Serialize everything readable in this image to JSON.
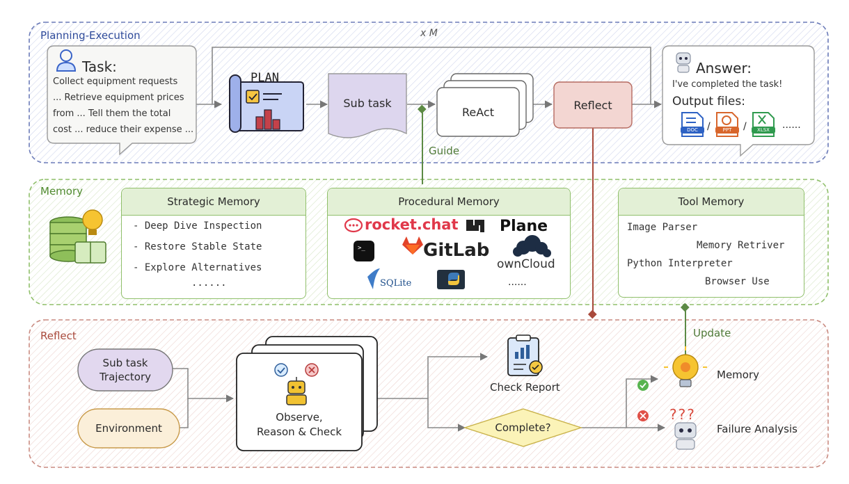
{
  "planning": {
    "section_label": "Planning-Execution",
    "loop_label": "x M",
    "task": {
      "title": "Task:",
      "lines": [
        "Collect equipment requests",
        "... Retrieve equipment prices",
        "from ... Tell them the total",
        "cost ... reduce their expense ..."
      ]
    },
    "plan_label": "PLAN",
    "subtask_label": "Sub task",
    "react_label": "ReAct",
    "reflect_label": "Reflect",
    "guide_label": "Guide",
    "answer": {
      "title": "Answer:",
      "message": "I've completed the task!",
      "files_label": "Output files:",
      "file_types": [
        "DOC",
        "PPT",
        "XLSX"
      ],
      "separator": "/",
      "ellipsis": "......"
    }
  },
  "memory": {
    "section_label": "Memory",
    "strategic": {
      "title": "Strategic Memory",
      "items": [
        "- Deep Dive Inspection",
        "- Restore Stable State",
        "- Explore Alternatives",
        "......"
      ]
    },
    "procedural": {
      "title": "Procedural Memory",
      "apps": [
        "rocket.chat",
        "Plane",
        "GitLab",
        "ownCloud",
        "SQLite"
      ],
      "ellipsis": "......"
    },
    "tool": {
      "title": "Tool Memory",
      "items": [
        "Image Parser",
        "Memory Retriver",
        "Python Interpreter",
        "Browser Use"
      ]
    }
  },
  "reflect": {
    "section_label": "Reflect",
    "update_label": "Update",
    "trajectory_label": [
      "Sub task",
      "Trajectory"
    ],
    "environment_label": "Environment",
    "observe_label": [
      "Observe,",
      "Reason & Check"
    ],
    "check_report_label": "Check Report",
    "complete_label": "Complete?",
    "memory_label": "Memory",
    "failure_label": "Failure Analysis",
    "question_marks": "???"
  },
  "colors": {
    "planning_border": "#6b7bb8",
    "memory_border": "#8fbf6a",
    "reflect_border": "#c98a80",
    "reflect_line": "#a94a3c",
    "guide_line": "#5c8a45",
    "subtask_fill": "#ddd6ee",
    "reflect_fill": "#f3d6d2",
    "trajectory_fill": "#e2d8ef",
    "environment_fill": "#fbefd9",
    "complete_fill": "#fbf3b8"
  }
}
